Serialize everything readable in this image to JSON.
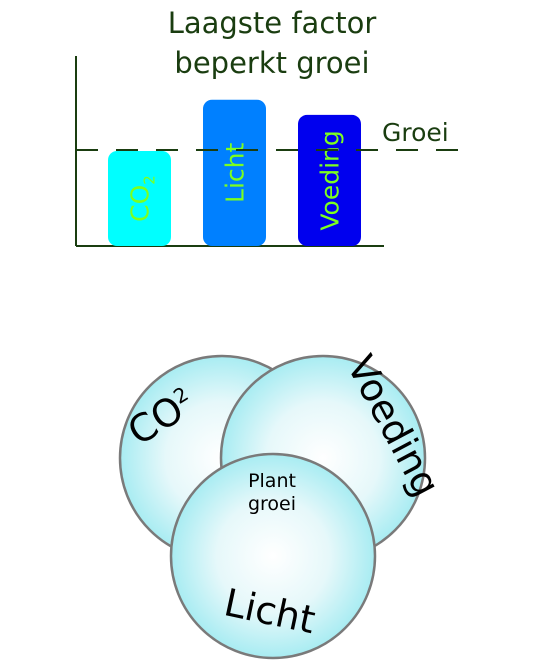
{
  "bar_chart": {
    "title_line1": "Laagste factor",
    "title_line2": "beperkt groei",
    "threshold_label": "Groei",
    "bars": [
      {
        "label": "CO",
        "label_sub": "2",
        "color": "#00ffff",
        "text_color": "#7cff1e"
      },
      {
        "label": "Licht",
        "color": "#0080ff",
        "text_color": "#7cff1e"
      },
      {
        "label": "Voeding",
        "color": "#0000ee",
        "text_color": "#7cff1e"
      }
    ],
    "axis_color": "#1a3d10",
    "title_color": "#1a3d10"
  },
  "venn": {
    "circles": [
      {
        "label": "CO",
        "label_sub": "2"
      },
      {
        "label": "Voeding"
      },
      {
        "label": "Licht"
      }
    ],
    "center_line1": "Plant",
    "center_line2": "groei",
    "fill_color": "#a8ecf2",
    "stroke_color": "#7a7a7a"
  },
  "chart_data": {
    "type": "bar",
    "title": "Laagste factor beperkt groei",
    "categories": [
      "CO2",
      "Licht",
      "Voeding"
    ],
    "values": [
      0.5,
      0.77,
      0.69
    ],
    "threshold": {
      "label": "Groei",
      "value": 0.53
    },
    "ylim": [
      0,
      1
    ]
  }
}
